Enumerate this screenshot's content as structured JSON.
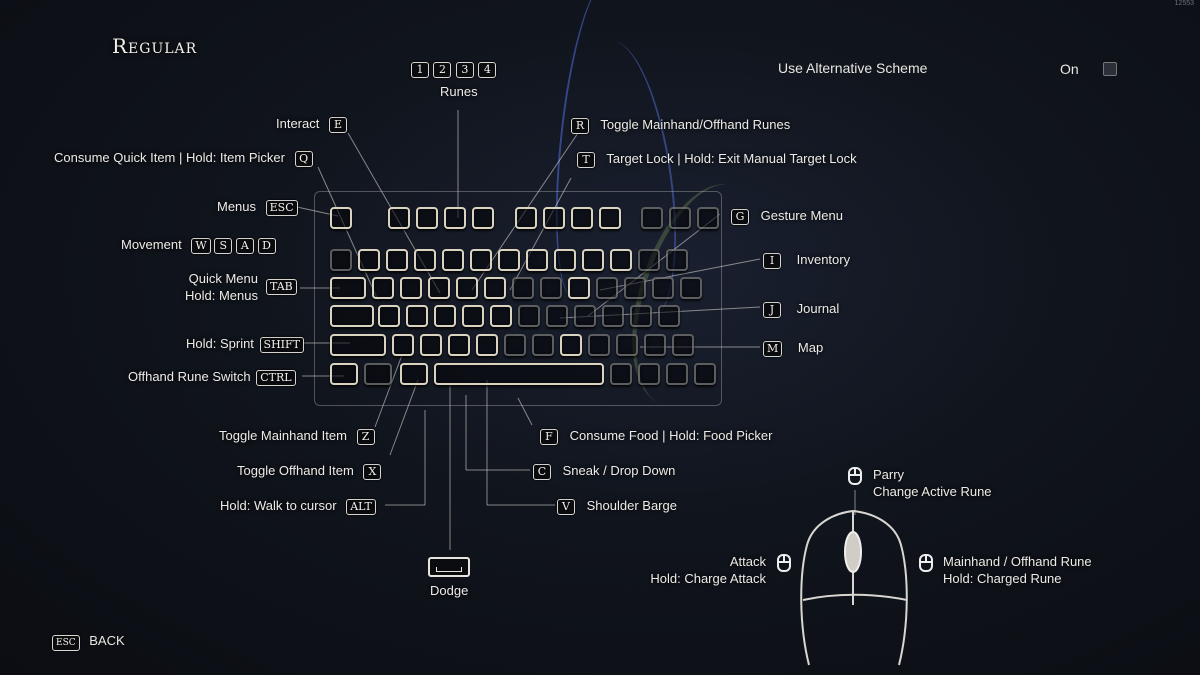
{
  "header": {
    "title": "Regular",
    "build_number": "12553"
  },
  "settings": {
    "alternative_scheme_label": "Use Alternative Scheme",
    "alternative_scheme_value": "On",
    "alternative_scheme_checked": false
  },
  "bindings": {
    "runes": {
      "keys": [
        "1",
        "2",
        "3",
        "4"
      ],
      "label": "Runes"
    },
    "interact": {
      "key": "E",
      "label": "Interact"
    },
    "quick_item": {
      "key": "Q",
      "label": "Consume Quick Item | Hold: Item Picker"
    },
    "menus": {
      "key": "ESC",
      "label": "Menus"
    },
    "movement": {
      "keys": [
        "W",
        "S",
        "A",
        "D"
      ],
      "label": "Movement"
    },
    "quick_menu": {
      "key": "TAB",
      "label_line1": "Quick Menu",
      "label_line2": "Hold: Menus"
    },
    "sprint": {
      "key": "SHIFT",
      "label": "Hold: Sprint"
    },
    "offhand_rune_switch": {
      "key": "CTRL",
      "label": "Offhand Rune Switch"
    },
    "toggle_runes": {
      "key": "R",
      "label": "Toggle Mainhand/Offhand Runes"
    },
    "target_lock": {
      "key": "T",
      "label": "Target Lock | Hold: Exit Manual Target Lock"
    },
    "gesture_menu": {
      "key": "G",
      "label": "Gesture Menu"
    },
    "inventory": {
      "key": "I",
      "label": "Inventory"
    },
    "journal": {
      "key": "J",
      "label": "Journal"
    },
    "map": {
      "key": "M",
      "label": "Map"
    },
    "toggle_mainhand": {
      "key": "Z",
      "label": "Toggle Mainhand Item"
    },
    "toggle_offhand": {
      "key": "X",
      "label": "Toggle Offhand Item"
    },
    "walk_to_cursor": {
      "key": "ALT",
      "label": "Hold: Walk to cursor"
    },
    "consume_food": {
      "key": "F",
      "label": "Consume Food | Hold: Food Picker"
    },
    "sneak": {
      "key": "C",
      "label": "Sneak / Drop Down"
    },
    "shoulder_barge": {
      "key": "V",
      "label": "Shoulder Barge"
    },
    "dodge": {
      "key": "SPACE",
      "label": "Dodge"
    }
  },
  "mouse": {
    "middle": {
      "label_line1": "Parry",
      "label_line2": "Change Active Rune"
    },
    "left": {
      "label_line1": "Attack",
      "label_line2": "Hold: Charge Attack"
    },
    "right": {
      "label_line1": "Mainhand / Offhand Rune",
      "label_line2": "Hold: Charged Rune"
    }
  },
  "footer": {
    "back_key": "ESC",
    "back_label": "BACK"
  },
  "colors": {
    "background": "#0e1118",
    "text": "#ecebe6",
    "key_outline": "#d9d3c0",
    "accent_blue": "#3a5fc8"
  }
}
